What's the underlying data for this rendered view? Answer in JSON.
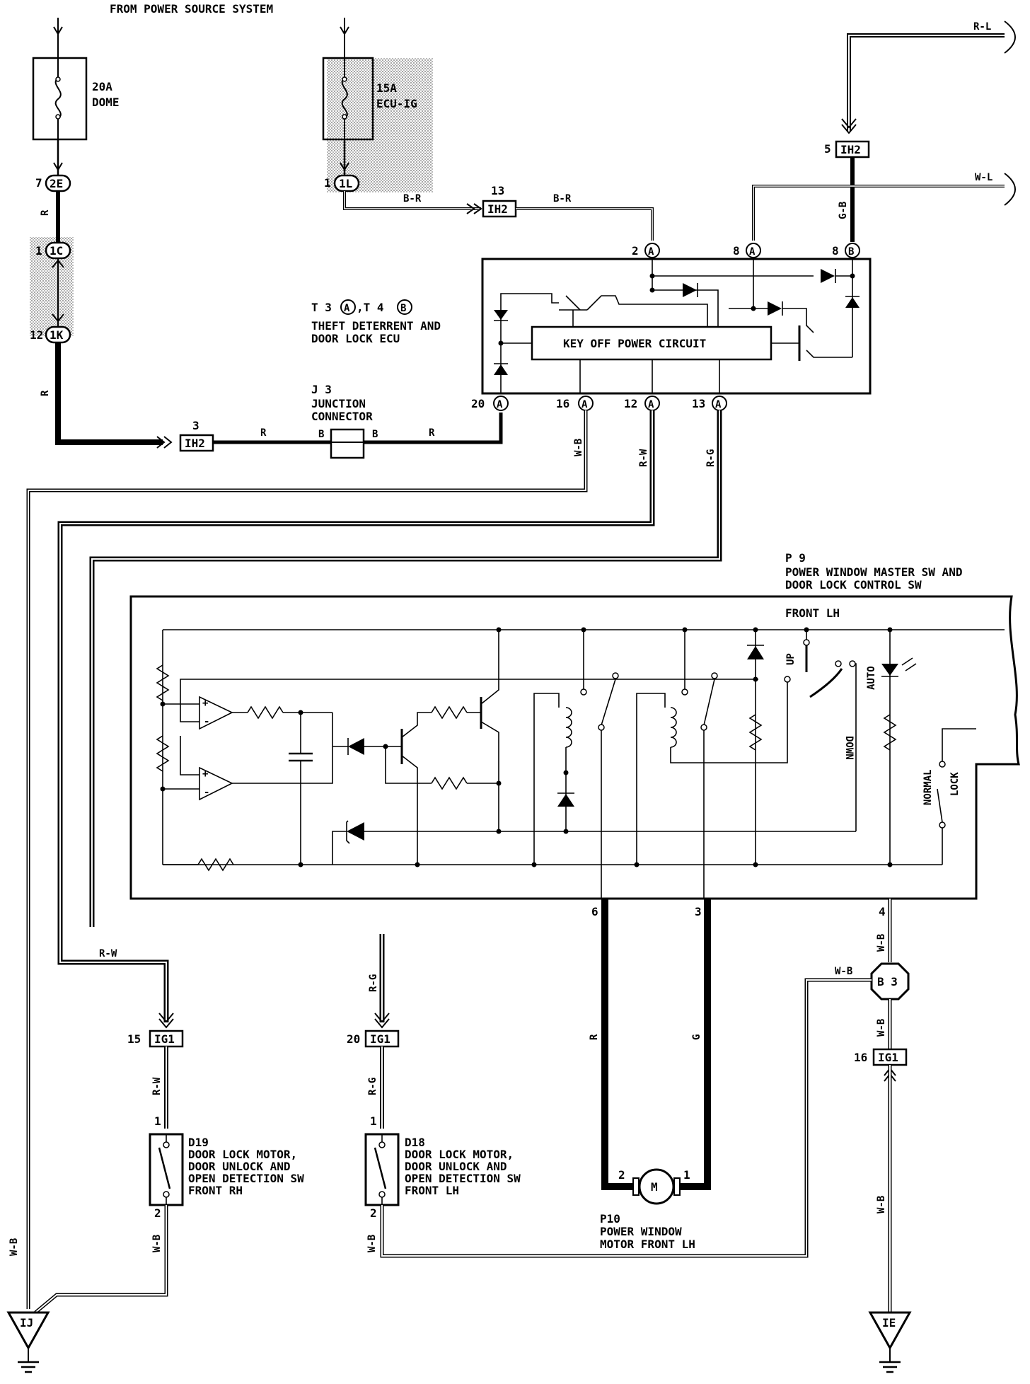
{
  "header": {
    "source_label": "FROM POWER SOURCE SYSTEM"
  },
  "fuses": [
    {
      "rating": "20A",
      "name": "DOME"
    },
    {
      "rating": "15A",
      "name": "ECU-IG"
    }
  ],
  "connectors": {
    "c2E": {
      "pin": "7",
      "id": "2E"
    },
    "c1C": {
      "pin": "1",
      "id": "1C"
    },
    "c1K": {
      "pin": "12",
      "id": "1K"
    },
    "c1L": {
      "pin": "1",
      "id": "1L"
    },
    "ih2_top": {
      "pin": "5",
      "id": "IH2"
    },
    "ih2_mid": {
      "pin": "13",
      "id": "IH2"
    },
    "ih2_low": {
      "pin": "3",
      "id": "IH2"
    },
    "ig1_15": {
      "pin": "15",
      "id": "IG1"
    },
    "ig1_20": {
      "pin": "20",
      "id": "IG1"
    },
    "ig1_16": {
      "pin": "16",
      "id": "IG1"
    }
  },
  "ecu": {
    "ref": "T 3",
    "ref_a": "A",
    "ref_sep": ",T 4",
    "ref_b": "B",
    "name_line1": "THEFT DETERRENT AND",
    "name_line2": "DOOR LOCK ECU",
    "circuit_label": "KEY OFF POWER CIRCUIT",
    "top_pins": [
      {
        "num": "2",
        "conn": "A"
      },
      {
        "num": "8",
        "conn": "A"
      },
      {
        "num": "8",
        "conn": "B"
      }
    ],
    "bottom_pins": [
      {
        "num": "20",
        "conn": "A"
      },
      {
        "num": "16",
        "conn": "A"
      },
      {
        "num": "12",
        "conn": "A"
      },
      {
        "num": "13",
        "conn": "A"
      }
    ]
  },
  "junction": {
    "ref": "J 3",
    "name_line1": "JUNCTION",
    "name_line2": "CONNECTOR",
    "pin_left": "B",
    "pin_right": "B"
  },
  "wires": {
    "r": "R",
    "br": "B-R",
    "rl": "R-L",
    "wl": "W-L",
    "gb": "G-B",
    "wb": "W-B",
    "rw": "R-W",
    "rg": "R-G",
    "g": "G"
  },
  "master_switch": {
    "ref": "P 9",
    "name_line1": "POWER WINDOW MASTER SW AND",
    "name_line2": "DOOR LOCK CONTROL SW",
    "position": "FRONT LH",
    "up": "UP",
    "down": "DOWN",
    "auto": "AUTO",
    "normal": "NORMAL",
    "lock": "LOCK",
    "pins": [
      "6",
      "3",
      "4"
    ]
  },
  "ground_point_b3": "B 3",
  "door_motors": [
    {
      "ref": "D19",
      "line1": "DOOR LOCK MOTOR,",
      "line2": "DOOR UNLOCK AND",
      "line3": "OPEN DETECTION SW",
      "line4": "FRONT RH",
      "pin_top": "1",
      "pin_bottom": "2"
    },
    {
      "ref": "D18",
      "line1": "DOOR LOCK MOTOR,",
      "line2": "DOOR UNLOCK AND",
      "line3": "OPEN DETECTION SW",
      "line4": "FRONT LH",
      "pin_top": "1",
      "pin_bottom": "2"
    }
  ],
  "window_motor": {
    "ref": "P10",
    "line1": "POWER WINDOW",
    "line2": "MOTOR FRONT LH",
    "symbol": "M",
    "pin_left": "2",
    "pin_right": "1"
  },
  "grounds": [
    "IJ",
    "IE"
  ]
}
